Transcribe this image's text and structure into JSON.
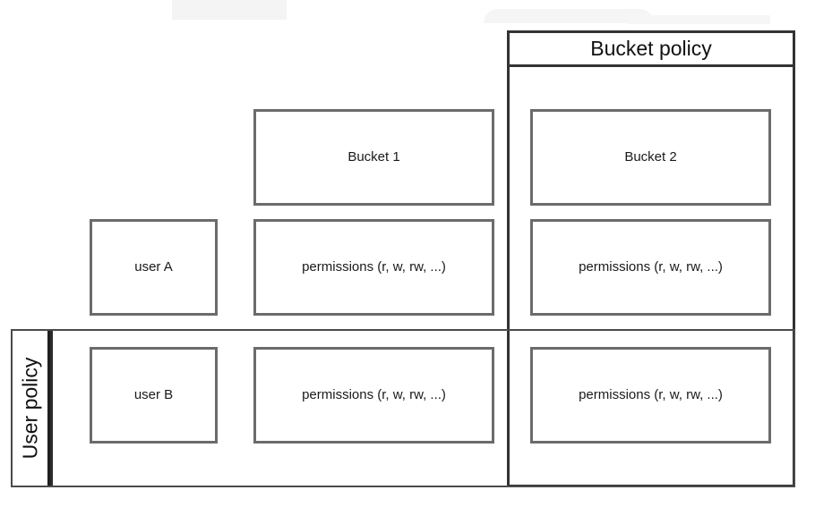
{
  "diagram": {
    "title_bucket_policy": "Bucket policy",
    "title_user_policy": "User policy",
    "columns": [
      {
        "id": "users",
        "label": ""
      },
      {
        "id": "bucket1",
        "label": "Bucket 1"
      },
      {
        "id": "bucket2",
        "label": "Bucket 2"
      }
    ],
    "buckets": {
      "bucket_1": "Bucket 1",
      "bucket_2": "Bucket 2"
    },
    "users": {
      "user_a": "user A",
      "user_b": "user B"
    },
    "permissions": {
      "user_a_bucket_1": "permissions (r, w, rw, ...)",
      "user_a_bucket_2": "permissions (r, w, rw, ...)",
      "user_b_bucket_1": "permissions (r, w, rw, ...)",
      "user_b_bucket_2": "permissions (r, w, rw, ...)"
    },
    "colors": {
      "background": "#ffffff",
      "frame_border": "#333333",
      "box_border": "#6b6b6b",
      "text": "#1a1a1a"
    }
  }
}
